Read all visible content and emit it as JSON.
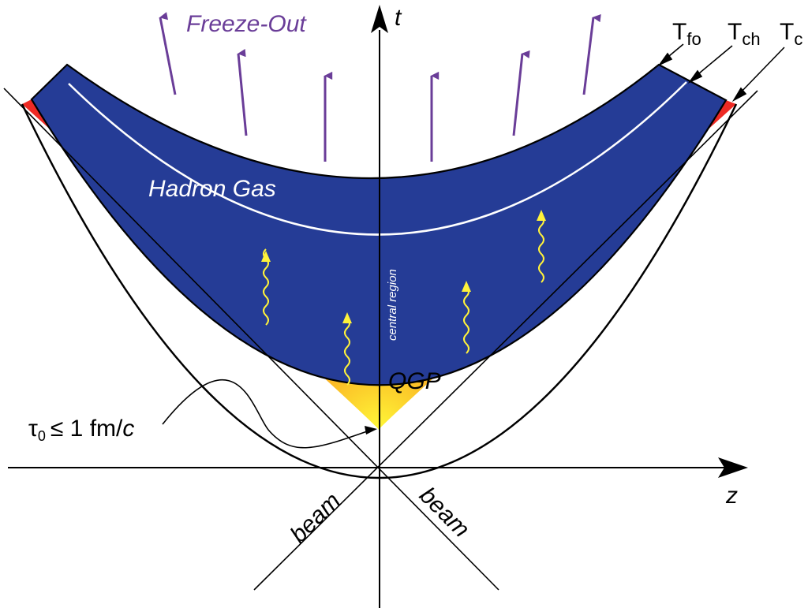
{
  "labels": {
    "freeze_out": "Freeze-Out",
    "t_axis": "t",
    "z_axis": "z",
    "t_fo_main": "T",
    "t_fo_sub": "fo",
    "t_ch_main": "T",
    "t_ch_sub": "ch",
    "t_c_main": "T",
    "t_c_sub": "c",
    "hadron_gas": "Hadron Gas",
    "central_region": "central region",
    "qgp": "QGP",
    "tau_symbol": "τ",
    "tau_sub": "0",
    "tau_relation": "≤ 1 fm/",
    "tau_c": "c",
    "beam_left": "beam",
    "beam_right": "beam"
  },
  "colors": {
    "hadron_gas": "#253c96",
    "mixed_phase": "#ee2a24",
    "qgp_hot": "#fff530",
    "qgp_warm": "#f9a21e",
    "freeze_out_arrows": "#6a3d98",
    "photons": "#fff23a",
    "lines": "#000000",
    "chemical_line": "#ffffff"
  }
}
